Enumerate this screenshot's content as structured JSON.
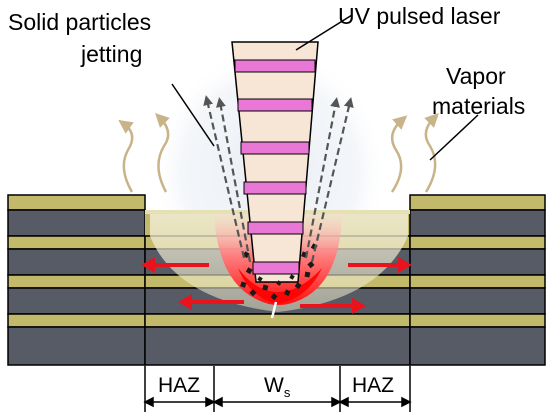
{
  "labels": {
    "solid_particles_line1": "Solid particles",
    "solid_particles_line2": "jetting",
    "uv_laser": "UV pulsed laser",
    "vapor_line1": "Vapor",
    "vapor_line2": "materials"
  },
  "dimensions": {
    "haz_left": "HAZ",
    "ws_main": "W",
    "ws_sub": "s",
    "haz_right": "HAZ"
  },
  "colors": {
    "dark_layer": "#565b66",
    "gold_layer": "#c3b96a",
    "layer_outline": "#000000",
    "beam_body": "#f7e6d6",
    "beam_band": "#e877d6",
    "melt_red": "#ff2020",
    "arrow_red": "#e8131c",
    "vapor_arrow": "#c9b489",
    "particle_dash": "#555555"
  },
  "icons": {
    "laser_beam": "tapered-laser-beam",
    "vapor_flow": "curved-arrow",
    "heat_flow": "red-arrow",
    "particle_jet": "dashed-arrow"
  }
}
